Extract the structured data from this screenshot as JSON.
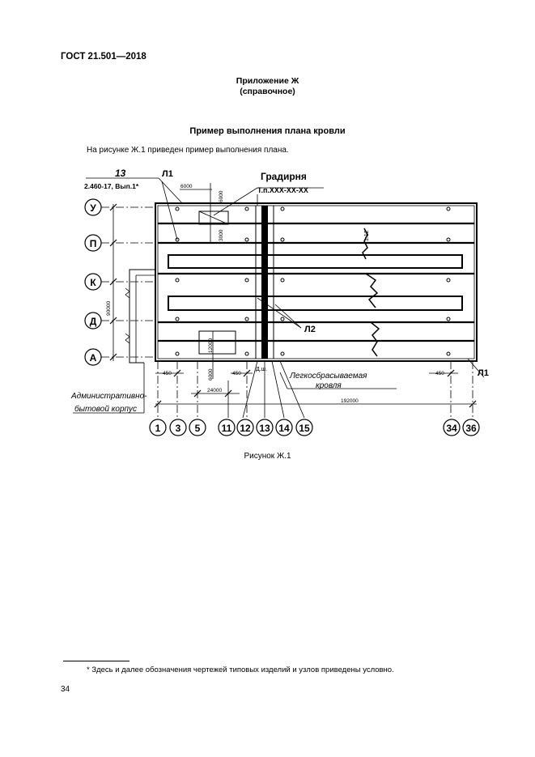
{
  "header": {
    "doc_code": "ГОСТ 21.501—2018"
  },
  "appendix": {
    "title": "Приложение Ж",
    "subtitle": "(справочное)"
  },
  "section": {
    "title": "Пример выполнения плана кровли"
  },
  "intro_text": "На рисунке Ж.1 приведен пример выполнения плана.",
  "drawing": {
    "callout_13_num": "13",
    "callout_13_ref": "2.460-17, Вып.1*",
    "l1_label": "Л1",
    "l2_label": "Л2",
    "gradirnya_title": "Градирня",
    "gradirnya_ref": "Т.п.XXX-XX-XX",
    "slope": "1:12",
    "dim_6000_top": "6000",
    "dim_6000_vert": "6000",
    "dim_3000": "3000",
    "dim_90000": "90000",
    "dim_12000": "12000",
    "dim_6000_low": "6000",
    "dim_450_left": "450",
    "dim_450_mid": "450",
    "dim_450_right": "450",
    "dim_24000": "24000",
    "dim_192000": "192000",
    "dsh": "Д.ш.",
    "easy_drop_line1": "Легкосбрасываемая",
    "easy_drop_line2": "кровля",
    "admin_line1": "Административно-",
    "admin_line2": "бытовой корпус",
    "axes_rows": [
      "У",
      "П",
      "К",
      "Д",
      "А"
    ],
    "axes_cols": [
      "1",
      "3",
      "5",
      "11",
      "12",
      "13",
      "14",
      "15",
      "34",
      "36"
    ]
  },
  "figure_caption": "Рисунок Ж.1",
  "footnote": "* Здесь и далее обозначения чертежей типовых изделий и узлов приведены условно.",
  "page_number": "34"
}
